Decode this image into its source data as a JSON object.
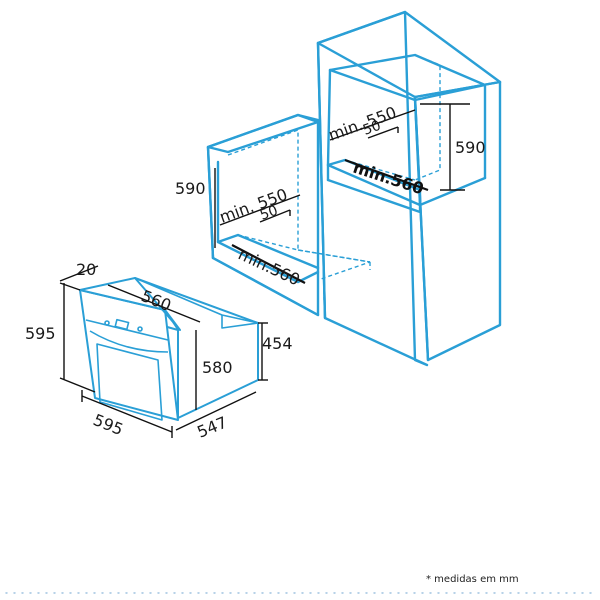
{
  "labels": {
    "tall_min_width": "min. 550",
    "tall_gap": "50",
    "tall_height": "590",
    "tall_min_depth": "min.560",
    "under_height": "590",
    "under_min_width": "min. 550",
    "under_gap": "50",
    "under_min_depth": "min.560",
    "oven_panel": "20",
    "oven_height": "595",
    "oven_depth": "560",
    "oven_side_height": "580",
    "oven_body_height": "454",
    "oven_width": "595",
    "oven_body_depth": "547"
  },
  "footer": {
    "note": "* medidas em mm"
  },
  "colors": {
    "cabinet": "#2a9fd6",
    "dimension": "#111111"
  }
}
